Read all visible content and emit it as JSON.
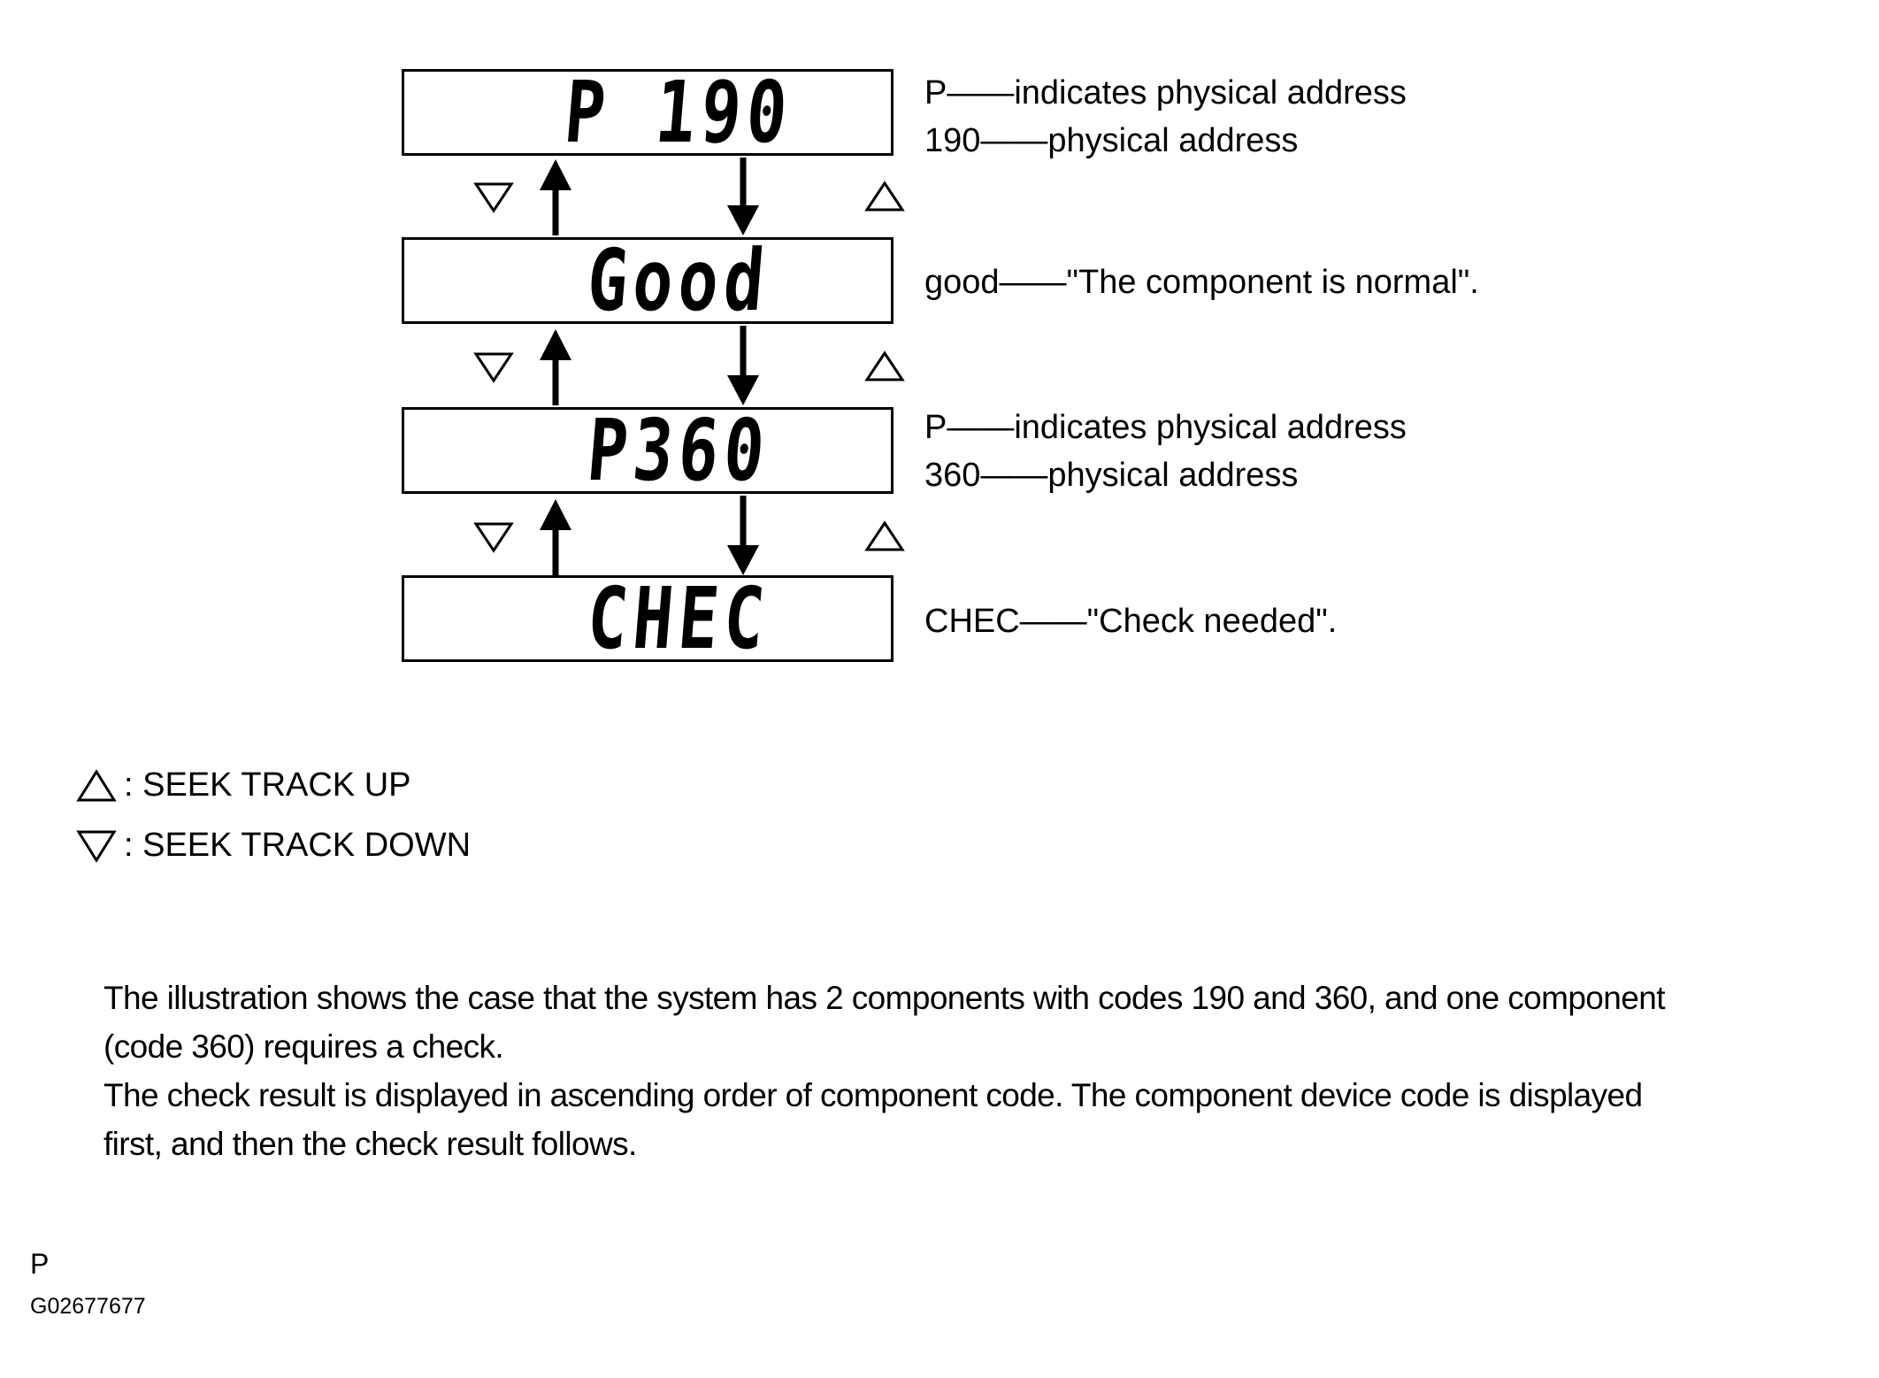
{
  "displays": [
    {
      "code": "P 190",
      "desc_lines": [
        "P——indicates physical address",
        "190——physical address"
      ]
    },
    {
      "code": "Good",
      "desc_lines": [
        "good——\"The component is normal\"."
      ]
    },
    {
      "code": "P360",
      "desc_lines": [
        "P——indicates physical address",
        "360——physical address"
      ]
    },
    {
      "code": "CHEC",
      "desc_lines": [
        "CHEC——\"Check needed\"."
      ]
    }
  ],
  "legend": {
    "up": ": SEEK TRACK UP",
    "down": ": SEEK TRACK DOWN"
  },
  "paragraph": {
    "lines": [
      "The illustration shows the case that the system has 2 components with codes 190 and 360, and one component",
      "(code 360) requires a check.",
      "The check result is displayed in ascending order of component code. The component device code is displayed",
      "first, and then the check result follows."
    ]
  },
  "footer": {
    "letter": "P",
    "figure_id": "G02677677"
  }
}
